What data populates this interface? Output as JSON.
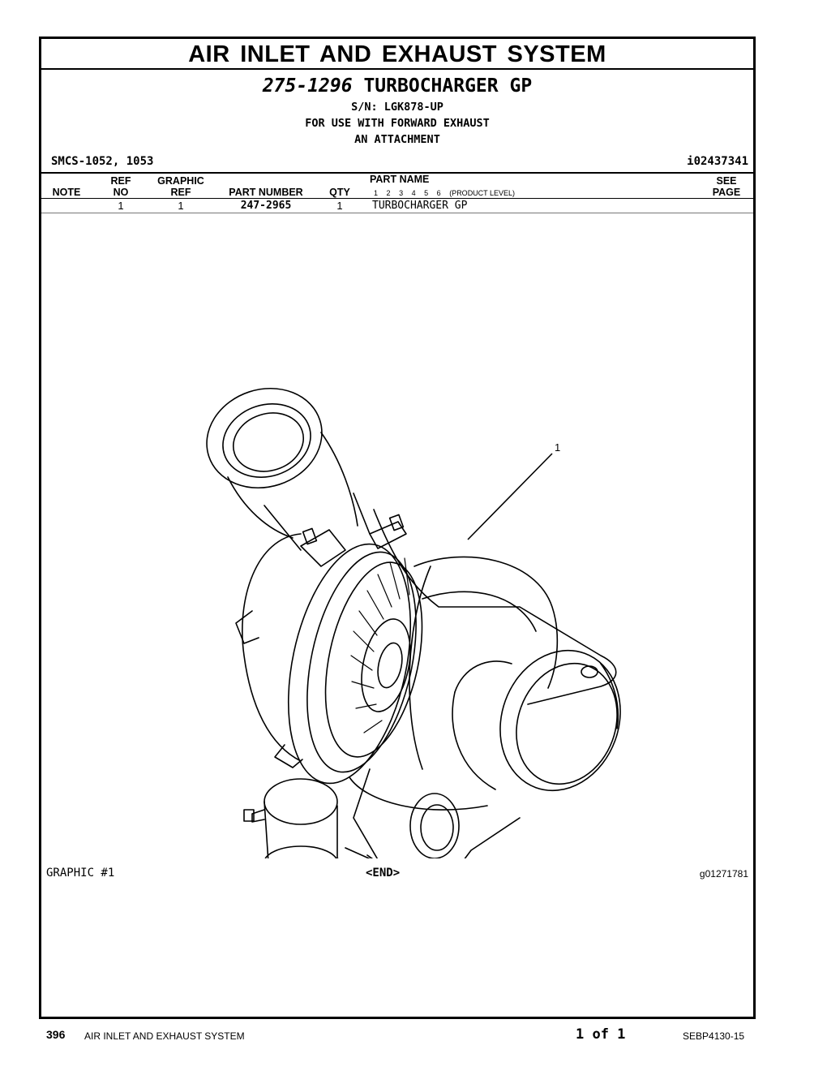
{
  "header": {
    "section_title": "AIR INLET AND EXHAUST SYSTEM",
    "group_part_number": "275-1296",
    "group_name": "TURBOCHARGER GP",
    "serial": "S/N: LGK878-UP",
    "usage_line1": "FOR USE WITH FORWARD EXHAUST",
    "usage_line2": "AN ATTACHMENT",
    "smcs": "SMCS-1052, 1053",
    "illustration_ref": "i02437341"
  },
  "table": {
    "columns": {
      "note": "NOTE",
      "ref_no_top": "REF",
      "ref_no_bottom": "NO",
      "graphic_ref_top": "GRAPHIC",
      "graphic_ref_bottom": "REF",
      "part_number": "PART NUMBER",
      "qty": "QTY",
      "part_name": "PART NAME",
      "see_page_top": "SEE",
      "see_page_bottom": "PAGE"
    },
    "levels": [
      "1",
      "2",
      "3",
      "4",
      "5",
      "6"
    ],
    "levels_label": "(PRODUCT LEVEL)",
    "rows": [
      {
        "note": "",
        "ref_no": "1",
        "graphic_ref": "1",
        "part_number": "247-2965",
        "qty": "1",
        "part_name": "TURBOCHARGER GP",
        "see_page": ""
      }
    ]
  },
  "graphic": {
    "callout_label": "1",
    "caption_left": "GRAPHIC #1",
    "caption_mid": "<END>",
    "caption_right": "g01271781"
  },
  "footer": {
    "page_number": "396",
    "section": "AIR INLET AND EXHAUST SYSTEM",
    "page_of": "1 of 1",
    "doc_number": "SEBP4130-15"
  }
}
